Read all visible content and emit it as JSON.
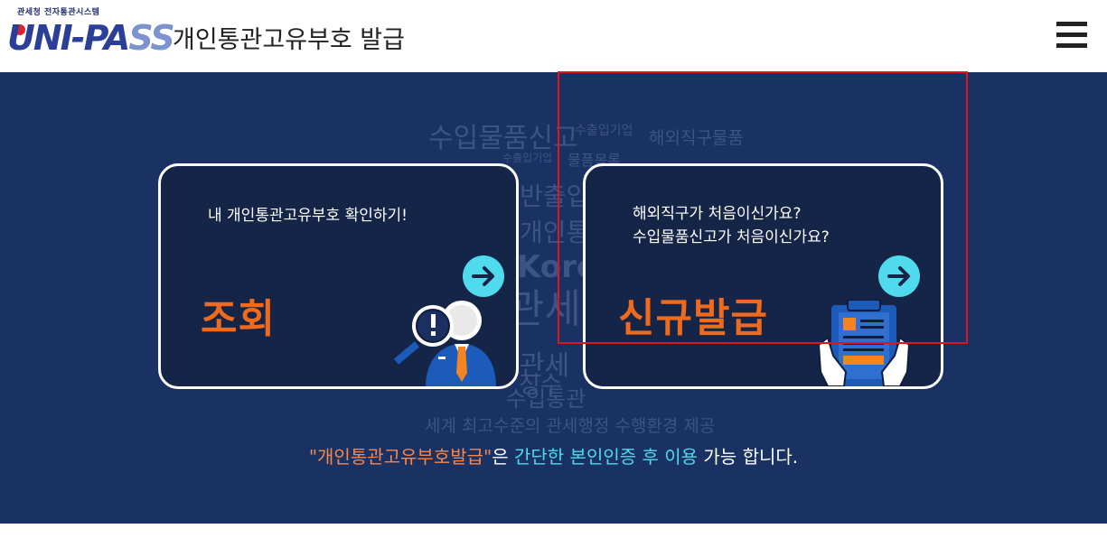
{
  "header": {
    "logo_sub": "관세청 전자통관시스템",
    "logo_main_a": "UNI-PA",
    "logo_main_b": "SS",
    "title": "개인통관고유부호  발급",
    "menu_icon": "hamburger-menu-icon"
  },
  "watermark_words": [
    "수입물품신고",
    "수출입기업",
    "해외직구물품",
    "수출입기업",
    "물품목록",
    "반출입신고",
    "관세",
    "개인통관",
    "Korea",
    "관세",
    "징수",
    "수입통관",
    "세계 최고수준의 관세행정 수행환경 제공"
  ],
  "cards": [
    {
      "question_lines": [
        "내 개인통관고유부호 확인하기!"
      ],
      "title": "조회",
      "arrow_icon": "arrow-right-icon",
      "illustration": "inspector-magnifier-icon"
    },
    {
      "question_lines": [
        "해외직구가 처음이신가요?",
        "수입물품신고가 처음이신가요?"
      ],
      "title": "신규발급",
      "arrow_icon": "arrow-right-icon",
      "illustration": "clipboard-hands-icon"
    }
  ],
  "bottom_note": {
    "part1": "\"개인통관고유부호발급\"",
    "part2": "은 ",
    "part3": "간단한 본인인증 후 이용",
    "part4": " 가능 합니다."
  },
  "colors": {
    "background": "#193163",
    "card_bg": "#152548",
    "accent_orange": "#ee6a1d",
    "accent_cyan": "#4fdbed",
    "highlight_red": "#e0161f"
  }
}
